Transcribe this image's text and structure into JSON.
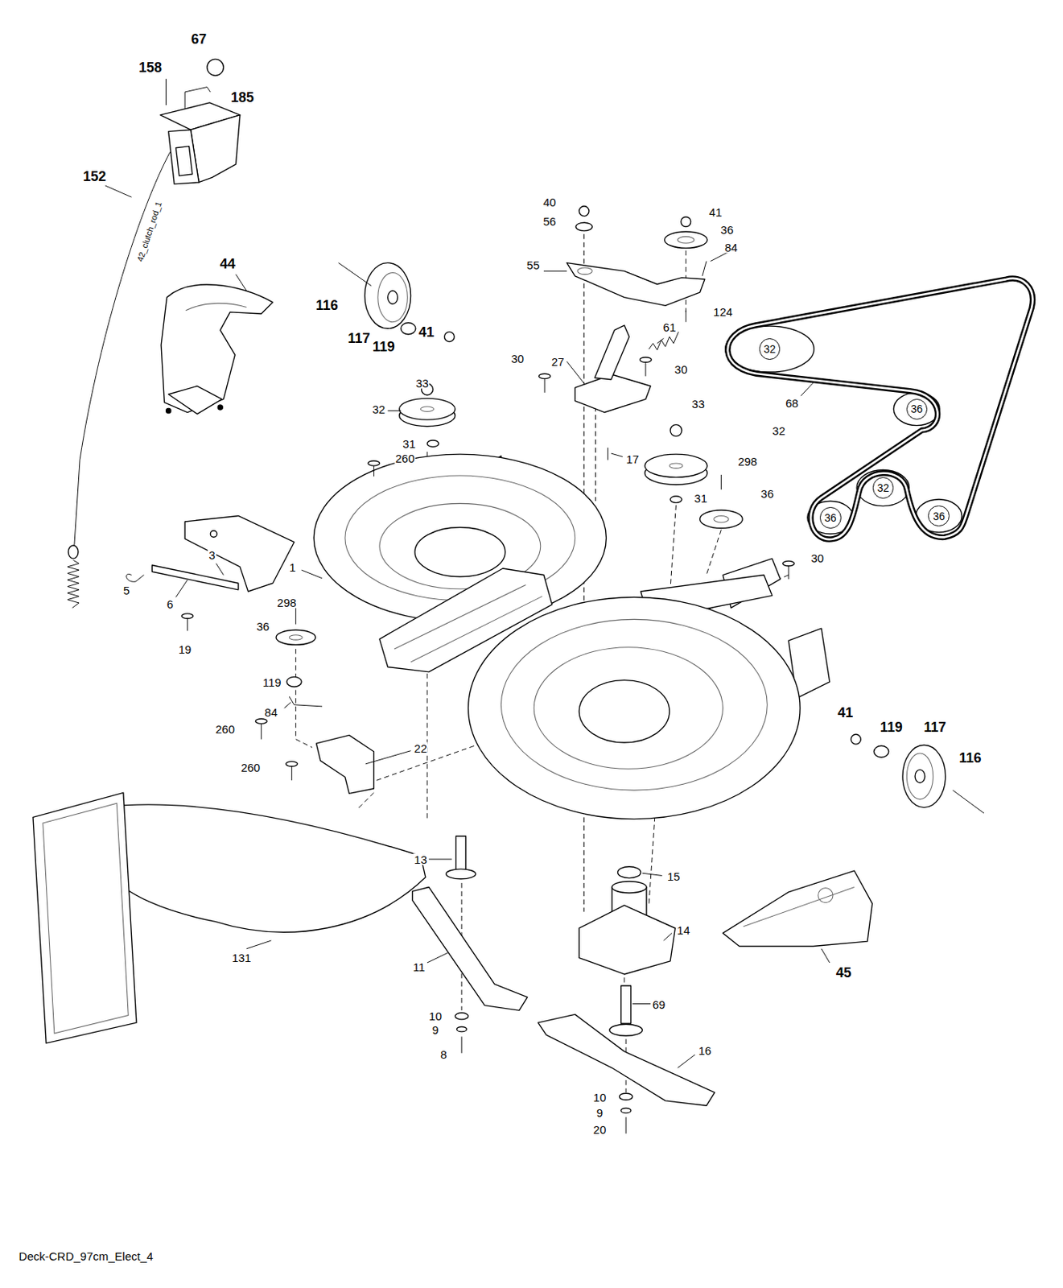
{
  "diagram": {
    "caption": "Deck-CRD_97cm_Elect_4",
    "nodes": [
      {
        "text": [
          "32"
        ]
      },
      {
        "text": [
          "36"
        ]
      },
      {
        "text": [
          "32"
        ]
      },
      {
        "text": [
          "36"
        ]
      },
      {
        "text": [
          "36"
        ]
      }
    ],
    "labels": [
      "67",
      "158",
      "185",
      "152",
      "42_clutch_rod_1",
      "44",
      "116",
      "117",
      "119",
      "41",
      "40",
      "56",
      "55",
      "41",
      "36",
      "84",
      "124",
      "61",
      "30",
      "27",
      "30",
      "33",
      "32",
      "31",
      "68",
      "33",
      "32",
      "17",
      "260",
      "298",
      "36",
      "31",
      "3",
      "1",
      "5",
      "6",
      "30",
      "298",
      "36",
      "19",
      "119",
      "84",
      "41",
      "119",
      "117",
      "260",
      "22",
      "116",
      "260",
      "13",
      "15",
      "14",
      "131",
      "11",
      "45",
      "69",
      "10",
      "9",
      "10",
      "16",
      "8",
      "9",
      "20"
    ]
  }
}
